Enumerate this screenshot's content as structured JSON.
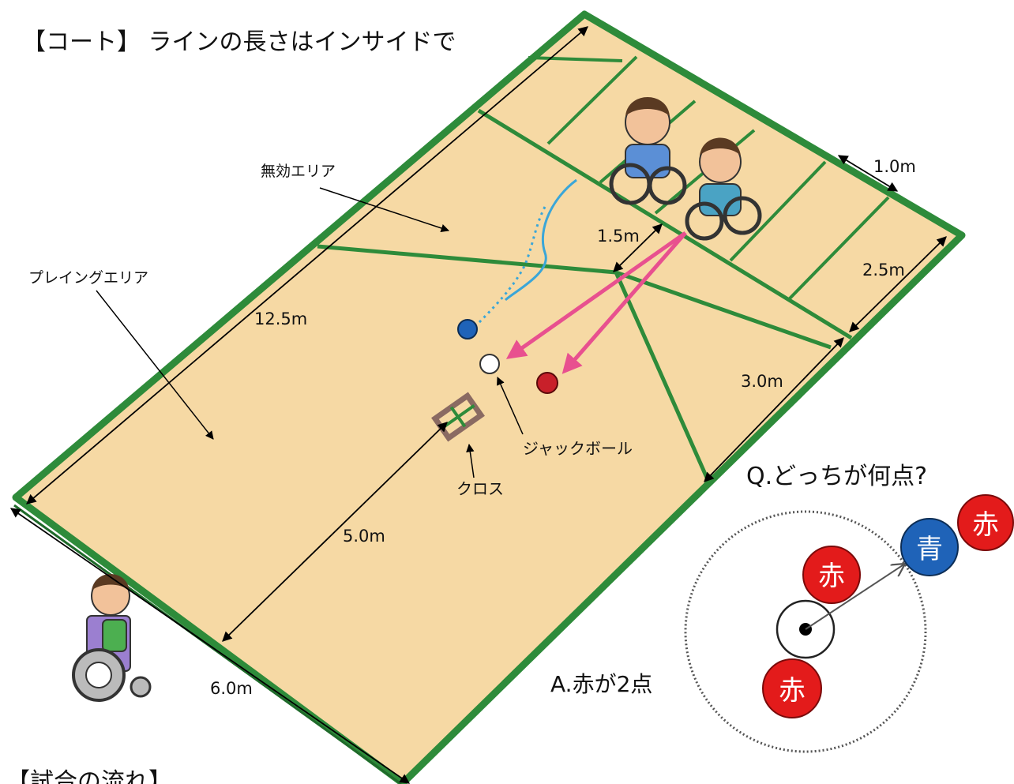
{
  "header_title": "【コート】 ラインの長さはインサイドで",
  "footer_title": "【試合の流れ】",
  "labels": {
    "invalid_area": "無効エリア",
    "playing_area": "プレイングエリア",
    "jack_ball": "ジャックボール",
    "cross": "クロス"
  },
  "measurements": {
    "box_width": "1.0m",
    "line_1_5": "1.5m",
    "box_depth": "2.5m",
    "length_total": "12.5m",
    "side_3_0": "3.0m",
    "cross_5_0": "5.0m",
    "width_6_0": "6.0m"
  },
  "quiz": {
    "question": "Q.どっちが何点?",
    "answer": "A.赤が2点",
    "ball_red_label": "赤",
    "ball_blue_label": "青"
  },
  "colors": {
    "court_fill": "#f6d9a4",
    "court_line": "#2e8b3a",
    "arrow_pink": "#e8508f",
    "ball_red": "#e31b1b",
    "ball_blue": "#1f63b8",
    "cross_brown": "#8a6a62",
    "throw_trail": "#3aa6d8"
  }
}
